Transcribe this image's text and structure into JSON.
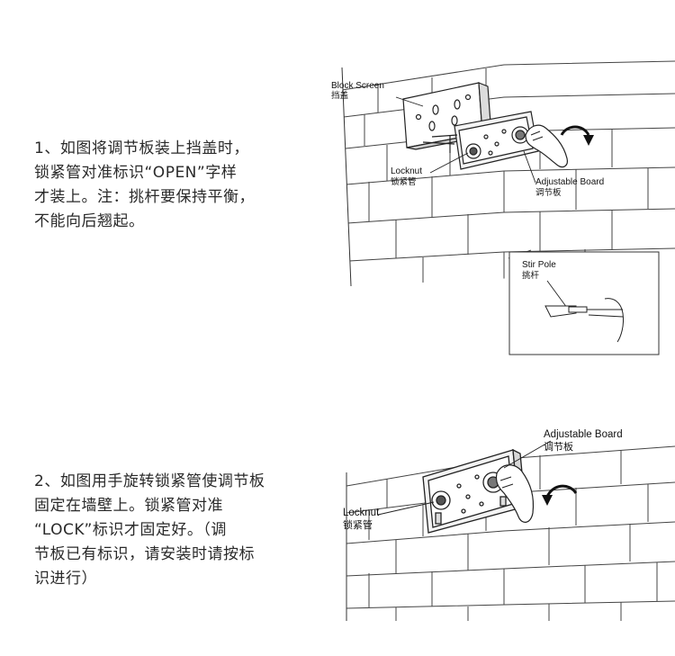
{
  "steps": [
    {
      "lines": [
        "1、如图将调节板装上挡盖时，",
        "锁紧管对准标识“OPEN”字样",
        "才装上。注：挑杆要保持平衡，",
        "不能向后翘起。"
      ]
    },
    {
      "lines": [
        "2、如图用手旋转锁紧管使调节板",
        "固定在墙壁上。锁紧管对准",
        "“LOCK”标识才固定好。（调",
        "节板已有标识，请安装时请按标",
        "识进行）"
      ]
    }
  ],
  "figure1": {
    "block_screen": {
      "en": "Block Screen",
      "cn": "挡盖"
    },
    "locknut": {
      "en": "Locknut",
      "cn": "锁紧管"
    },
    "adjustable_board": {
      "en": "Adjustable Board",
      "cn": "调节板"
    },
    "stir_pole": {
      "en": "Stir Pole",
      "cn": "挑杆"
    }
  },
  "figure2": {
    "adjustable_board": {
      "en": "Adjustable Board",
      "cn": "调节板"
    },
    "locknut": {
      "en": "Locknut",
      "cn": "锁紧管"
    }
  }
}
